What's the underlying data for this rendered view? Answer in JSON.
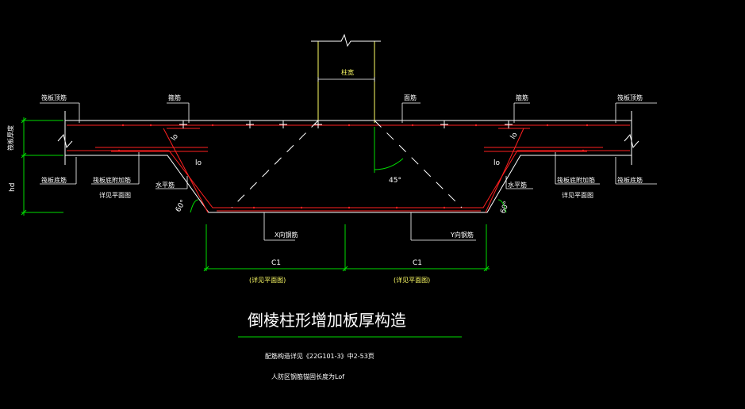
{
  "labels": {
    "raft_top_left": "筏板顶筋",
    "raft_top_right": "筏板顶筋",
    "raft_bottom_left": "筏板底筋",
    "raft_bottom_right": "筏板底筋",
    "stirrup_left": "箍筋",
    "stirrup_right": "箍筋",
    "top_bar": "面筋",
    "column_width": "柱宽",
    "raft_thickness": "筏板厚度",
    "hd": "hd",
    "raft_add_left_1": "筏板底附加筋",
    "raft_add_left_2": "详见平面图",
    "raft_add_right_1": "筏板底附加筋",
    "raft_add_right_2": "详见平面图",
    "horiz_bar_left": "水平筋",
    "horiz_bar_right": "水平筋",
    "angle_left": "60°",
    "angle_right": "60°",
    "angle_45": "45°",
    "lo_1": "lo",
    "lo_2": "lo",
    "lo_3": "lo",
    "lo_4": "lo",
    "x_bar": "X向钢筋",
    "y_bar": "Y向钢筋",
    "c1_left": "C1",
    "c1_right": "C1",
    "c1_left_note": "(详见平面图)",
    "c1_right_note": "(详见平面图)"
  },
  "title": "倒棱柱形增加板厚构造",
  "notes": [
    "配筋构造详见《22G101-3》中2-53页",
    "人防区钢筋锚固长度为Lof"
  ],
  "colors": {
    "background": "#000000",
    "concrete": "#ffffff",
    "rebar": "#ff2020",
    "column": "#ffff66",
    "dimension": "#00dd00"
  }
}
